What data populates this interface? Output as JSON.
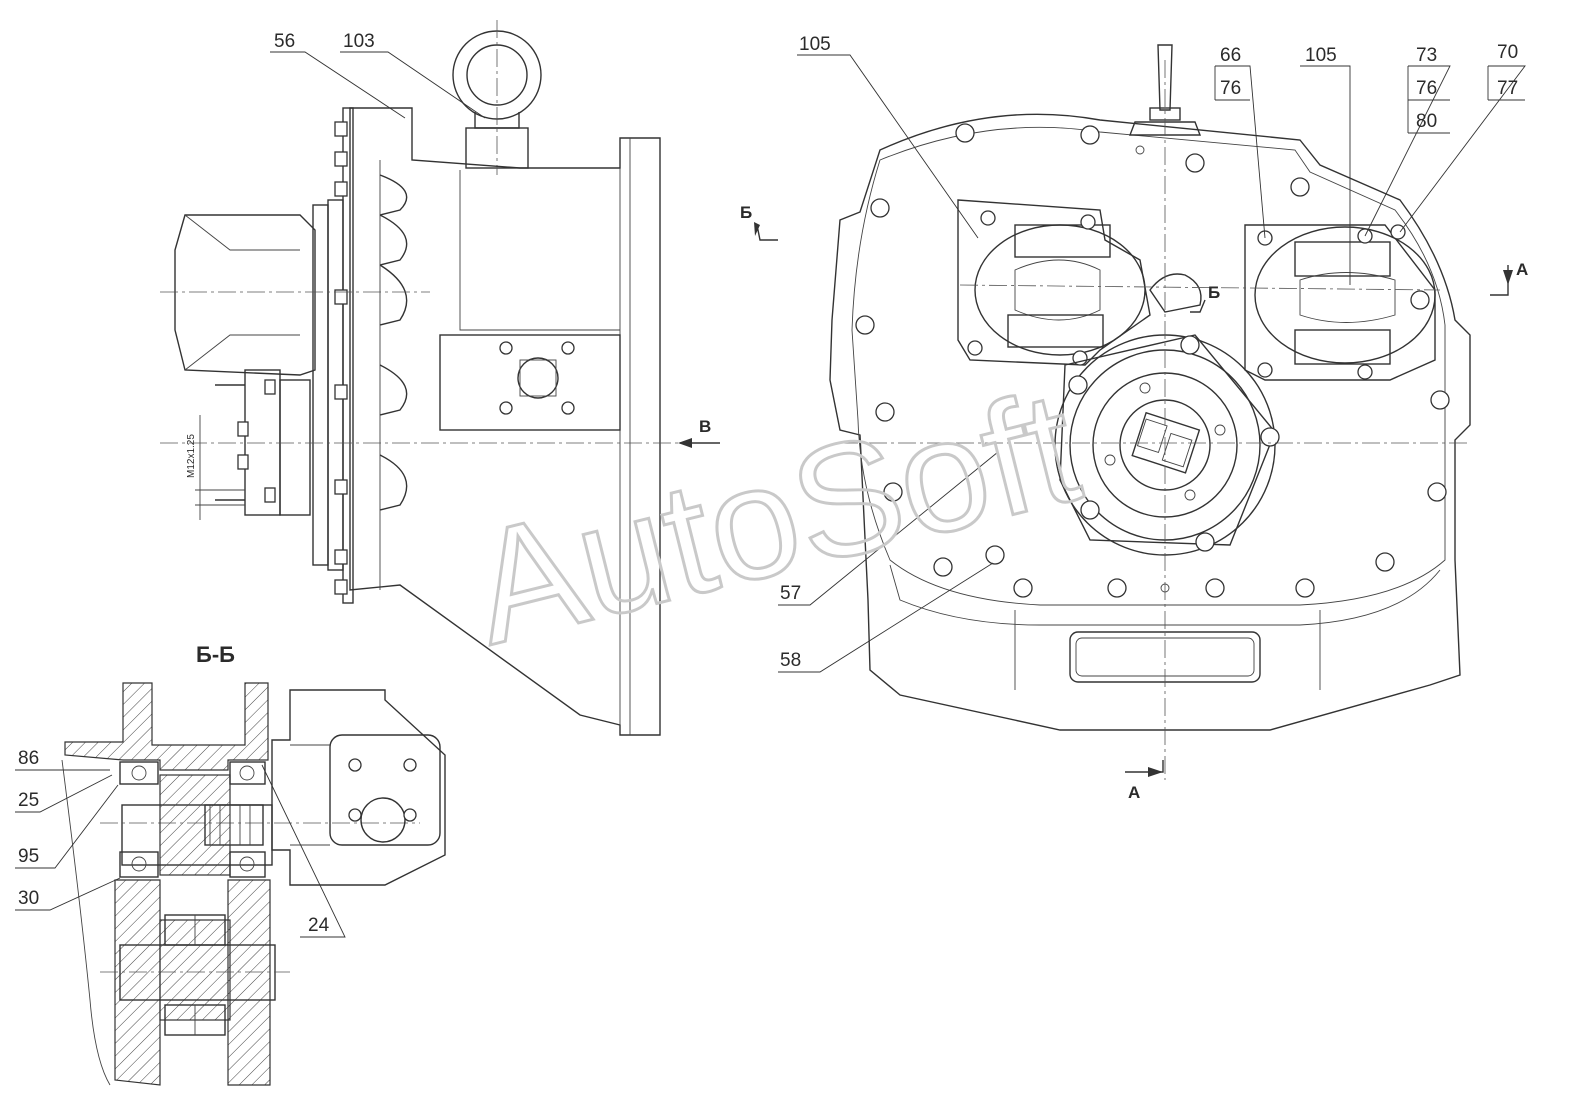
{
  "watermark": "AutoSoft",
  "section_title": "Б-Б",
  "thread_note": "M12x1.25",
  "view_marks": {
    "b_top": "Б",
    "b_mid": "Б",
    "a_right": "А",
    "a_bottom": "А",
    "v_arrow": "В"
  },
  "callouts": {
    "c56": "56",
    "c103": "103",
    "c105_left": "105",
    "c66": "66",
    "c76_a": "76",
    "c105_right": "105",
    "c73": "73",
    "c76_b": "76",
    "c80": "80",
    "c70": "70",
    "c77": "77",
    "c57": "57",
    "c58": "58",
    "c86": "86",
    "c25": "25",
    "c95": "95",
    "c30": "30",
    "c24": "24"
  }
}
